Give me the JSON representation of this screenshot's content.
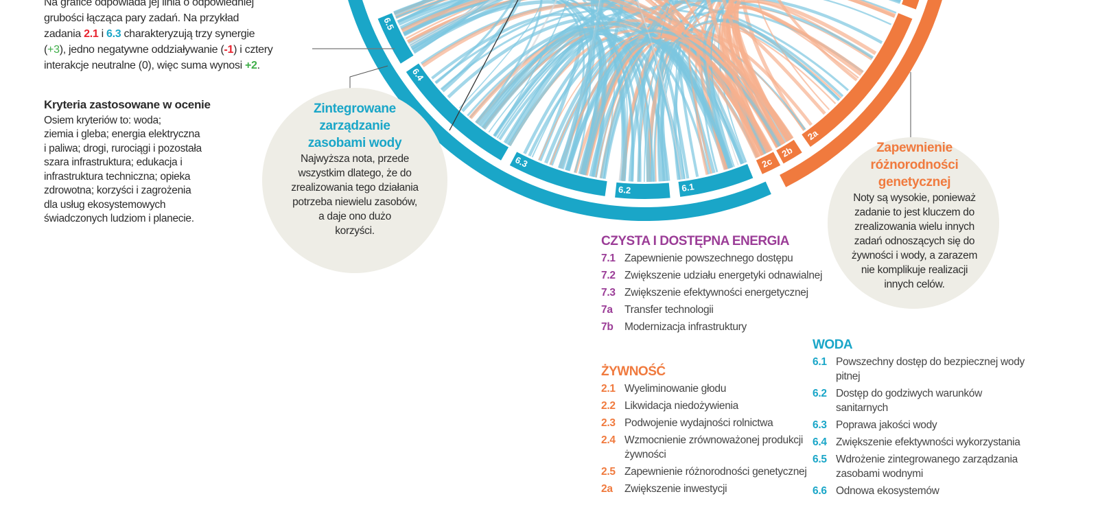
{
  "intro": {
    "line0": "Na grafice odpowiada jej linia o odpowiedniej",
    "line1": "grubości łącząca pary zadań. Na przykład",
    "l2a": "zadania ",
    "l2b": "2.1",
    "l2c": " i ",
    "l2d": "6.3",
    "l2e": " charakteryzują trzy synergie",
    "l3a": "(",
    "l3b": "+3",
    "l3c": "), jedno negatywne oddziaływanie (",
    "l3d": "-1",
    "l3e": ") i cztery",
    "l4a": "interakcje neutralne (0), więc suma wynosi ",
    "l4b": "+2",
    "l4c": "."
  },
  "criteria": {
    "title": "Kryteria zastosowane w ocenie",
    "lines": [
      "Osiem kryteriów to: woda;",
      "ziemia i gleba; energia elektryczna",
      "i paliwa; drogi, rurociągi i pozostała",
      "szara infrastruktura; edukacja i",
      "infrastruktura techniczna; opieka",
      "zdrowotna; korzyści i zagrożenia",
      "dla usług ekosystemowych",
      "świadczonych ludziom i planecie."
    ]
  },
  "callout_water": {
    "title": [
      "Zintegrowane",
      "zarządzanie",
      "zasobami wody"
    ],
    "body": [
      "Najwyższa nota, przede",
      "wszystkim dlatego, że do",
      "zrealizowania tego działania",
      "potrzeba niewielu zasobów,",
      "a daje ono dużo",
      "korzyści."
    ]
  },
  "callout_genetic": {
    "title": [
      "Zapewnienie",
      "różnorodności",
      "genetycznej"
    ],
    "body": [
      "Noty są wysokie, ponieważ",
      "zadanie to jest kluczem do",
      "zrealizowania wielu innych",
      "zadań odnoszących się do",
      "żywności i wody, a zarazem",
      "nie komplikuje realizacji",
      "innych celów."
    ]
  },
  "segments": [
    "6.5",
    "6.4",
    "6.3",
    "6.2",
    "6.1",
    "2c",
    "2b",
    "2a"
  ],
  "colors": {
    "water": "#1aa6c8",
    "food": "#f07a3e",
    "energy": "#9b3d97",
    "chord_water": "#7cc6e0",
    "chord_food": "#f6b08e",
    "chord_grey": "#d5d8dc",
    "bubble": "#eeede6"
  },
  "energy": {
    "title": "CZYSTA I DOSTĘPNA ENERGIA",
    "items": [
      {
        "code": "7.1",
        "text": "Zapewnienie powszechnego dostępu"
      },
      {
        "code": "7.2",
        "text": "Zwiększenie udziału energetyki odnawialnej"
      },
      {
        "code": "7.3",
        "text": "Zwiększenie efektywności energetycznej"
      },
      {
        "code": "7a",
        "text": "Transfer technologii"
      },
      {
        "code": "7b",
        "text": "Modernizacja infrastruktury"
      }
    ]
  },
  "food": {
    "title": "ŻYWNOŚĆ",
    "items": [
      {
        "code": "2.1",
        "text": "Wyeliminowanie głodu"
      },
      {
        "code": "2.2",
        "text": "Likwidacja niedożywienia"
      },
      {
        "code": "2.3",
        "text": "Podwojenie wydajności rolnictwa"
      },
      {
        "code": "2.4",
        "text": "Wzmocnienie zrównoważonej produkcji żywności"
      },
      {
        "code": "2.5",
        "text": "Zapewnienie różnorodności genetycznej"
      },
      {
        "code": "2a",
        "text": "Zwiększenie inwestycji"
      }
    ]
  },
  "water": {
    "title": "WODA",
    "items": [
      {
        "code": "6.1",
        "text": "Powszechny dostęp do bezpiecznej wody pitnej"
      },
      {
        "code": "6.2",
        "text": "Dostęp do godziwych warunków sanitarnych"
      },
      {
        "code": "6.3",
        "text": "Poprawa jakości wody"
      },
      {
        "code": "6.4",
        "text": "Zwiększenie efektywności wykorzystania"
      },
      {
        "code": "6.5",
        "text": "Wdrożenie zintegrowanego zarządzania zasobami wodnymi"
      },
      {
        "code": "6.6",
        "text": "Odnowa ekosystemów"
      }
    ]
  }
}
